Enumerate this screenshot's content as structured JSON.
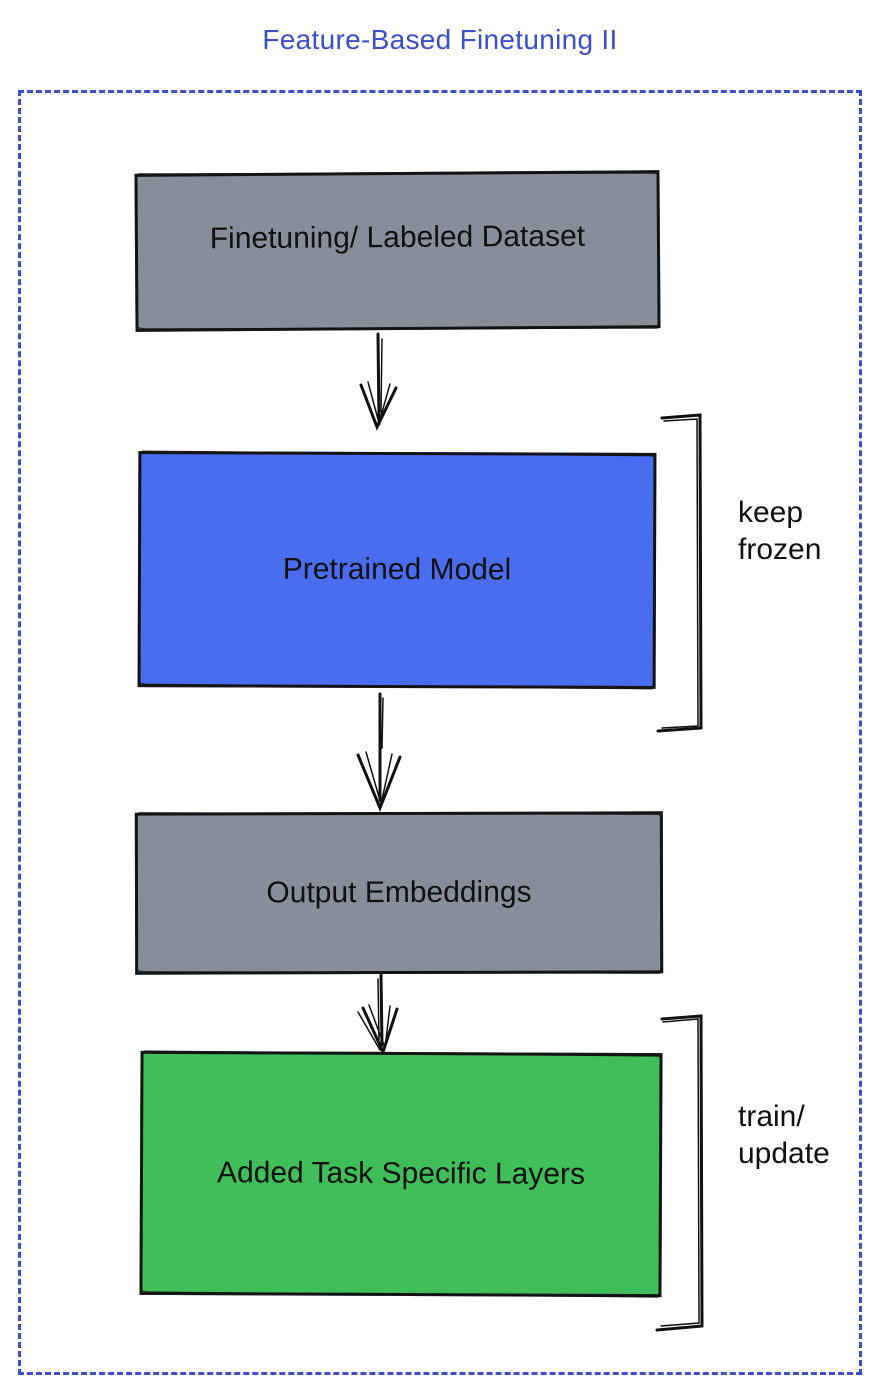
{
  "title": "Feature-Based Finetuning II",
  "colors": {
    "accent": "#3a4fc9",
    "frame": "#3a4fc9",
    "ink": "#111111",
    "box_gray": "#878e99",
    "box_blue": "#4a6df0",
    "box_green": "#40be59"
  },
  "diagram": {
    "nodes": [
      {
        "id": "finetuning-dataset",
        "label": "Finetuning/ Labeled Dataset"
      },
      {
        "id": "pretrained-model",
        "label": "Pretrained Model"
      },
      {
        "id": "output-embeddings",
        "label": "Output Embeddings"
      },
      {
        "id": "task-specific-layers",
        "label": "Added Task Specific Layers"
      }
    ],
    "edges": [
      {
        "from": "finetuning-dataset",
        "to": "pretrained-model"
      },
      {
        "from": "pretrained-model",
        "to": "output-embeddings"
      },
      {
        "from": "output-embeddings",
        "to": "task-specific-layers"
      }
    ],
    "annotations": [
      {
        "target": "pretrained-model",
        "line1": "keep",
        "line2": "frozen"
      },
      {
        "target": "task-specific-layers",
        "line1": "train/",
        "line2": "update"
      }
    ]
  }
}
